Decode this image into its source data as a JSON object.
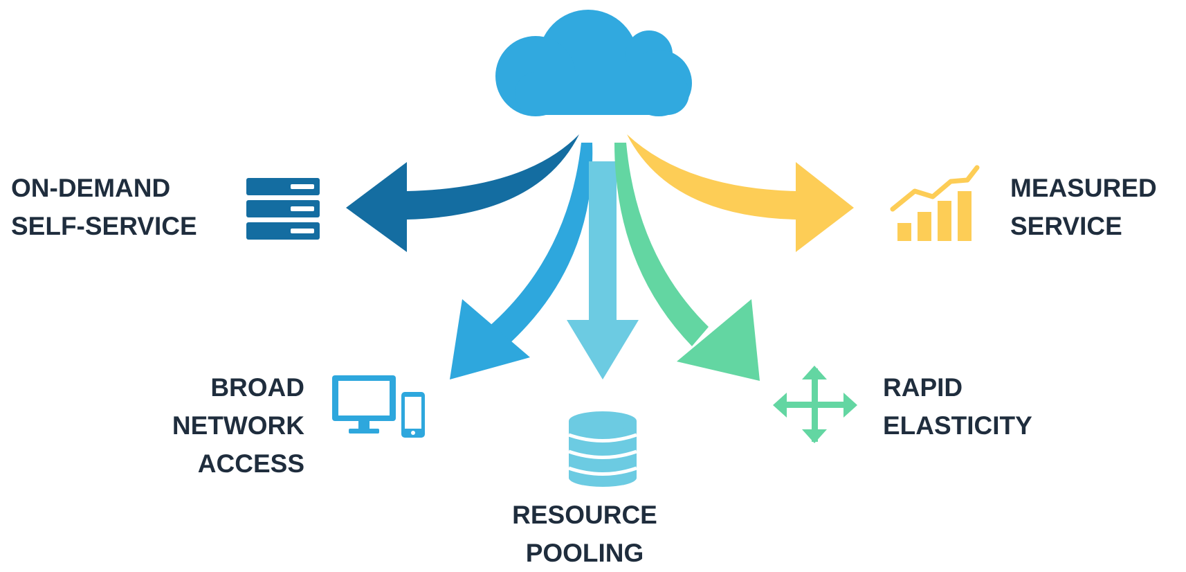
{
  "colors": {
    "cloud": "#31a9df",
    "on_demand": "#146da1",
    "broad_network": "#2ea7dd",
    "resource_pooling": "#6ccbe2",
    "rapid_elasticity": "#63d6a2",
    "measured_service": "#fdcd56",
    "text": "#1f2d3d"
  },
  "nodes": {
    "on_demand": {
      "line1": "ON-DEMAND",
      "line2": "SELF-SERVICE",
      "icon": "server-stack-icon"
    },
    "measured": {
      "line1": "MEASURED",
      "line2": "SERVICE",
      "icon": "growth-chart-icon"
    },
    "broad": {
      "line1": "BROAD",
      "line2": "NETWORK",
      "line3": "ACCESS",
      "icon": "monitor-phone-icon"
    },
    "resource": {
      "line1": "RESOURCE",
      "line2": "POOLING",
      "icon": "database-icon"
    },
    "rapid": {
      "line1": "RAPID",
      "line2": "ELASTICITY",
      "icon": "four-way-arrows-icon"
    }
  }
}
